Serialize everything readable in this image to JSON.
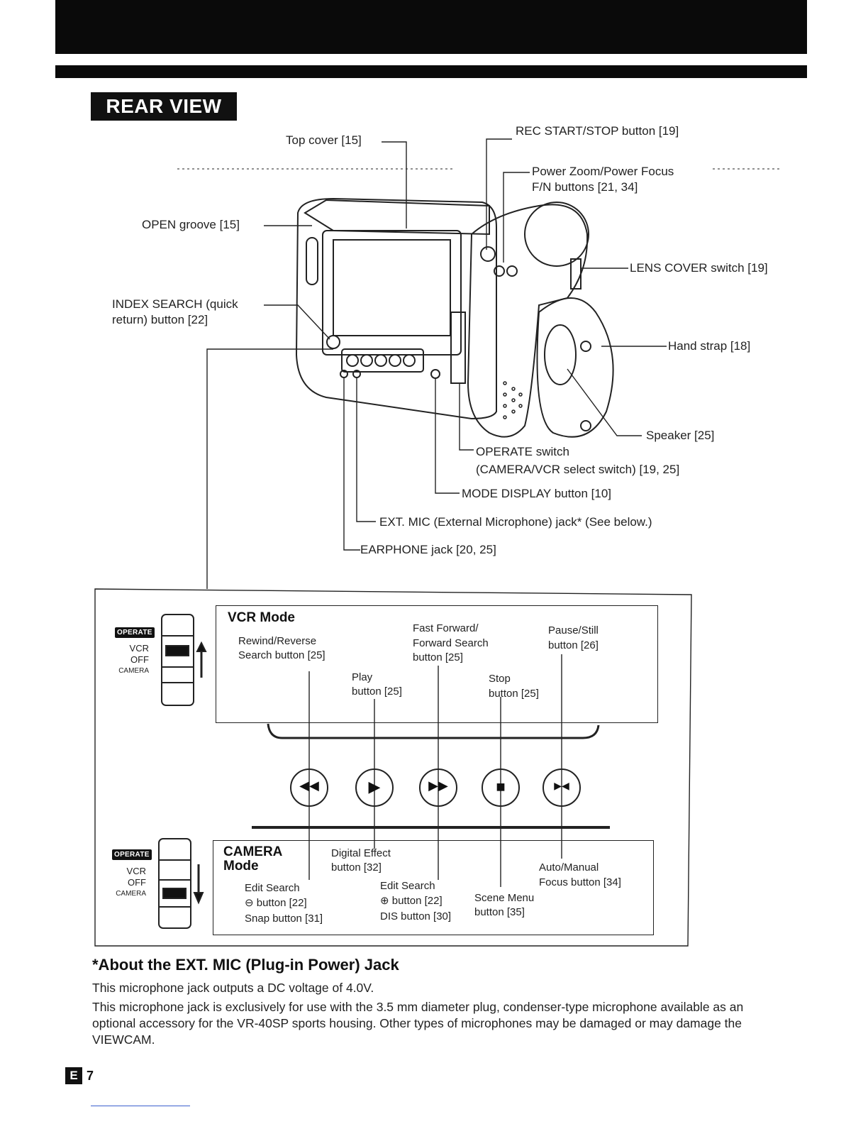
{
  "header": {
    "section_title": "REAR VIEW"
  },
  "callouts": {
    "top_cover": "Top cover [15]",
    "rec_start_stop": "REC START/STOP button [19]",
    "power_zoom_1": "Power Zoom/Power Focus",
    "power_zoom_2": "F/N buttons [21, 34]",
    "open_groove": "OPEN groove [15]",
    "lens_cover": "LENS COVER switch [19]",
    "index_search_1": "INDEX SEARCH (quick",
    "index_search_2": "return) button [22]",
    "hand_strap": "Hand strap [18]",
    "speaker": "Speaker [25]",
    "operate_1": "OPERATE switch",
    "operate_2": "(CAMERA/VCR select switch) [19, 25]",
    "mode_display": "MODE DISPLAY button [10]",
    "ext_mic": "EXT. MIC (External Microphone) jack* (See below.)",
    "earphone": "EARPHONE jack [20, 25]"
  },
  "switch": {
    "badge": "OPERATE",
    "vcr": "VCR",
    "off": "OFF",
    "camera": "CAMERA"
  },
  "vcr_mode": {
    "title": "VCR Mode",
    "rewind_1": "Rewind/Reverse",
    "rewind_2": "Search button [25]",
    "play_1": "Play",
    "play_2": "button [25]",
    "ff_1": "Fast Forward/",
    "ff_2": "Forward Search",
    "ff_3": "button [25]",
    "stop_1": "Stop",
    "stop_2": "button [25]",
    "pause_1": "Pause/Still",
    "pause_2": "button [26]"
  },
  "camera_mode": {
    "title_1": "CAMERA",
    "title_2": "Mode",
    "digital_1": "Digital Effect",
    "digital_2": "button [32]",
    "edit_minus_1": "Edit Search",
    "edit_minus_2": "⊖ button [22]",
    "snap": "Snap button [31]",
    "edit_plus_1": "Edit Search",
    "edit_plus_2": "⊕ button [22]",
    "dis": "DIS button [30]",
    "scene_1": "Scene Menu",
    "scene_2": "button [35]",
    "auto_1": "Auto/Manual",
    "auto_2": "Focus button [34]"
  },
  "button_icons": [
    "rewind-icon",
    "play-icon",
    "fast-forward-icon",
    "stop-icon",
    "pause-icon"
  ],
  "about": {
    "heading": "*About the EXT. MIC (Plug-in Power) Jack",
    "p1": "This microphone jack outputs a DC voltage of 4.0V.",
    "p2": "This microphone jack is exclusively for use with the 3.5 mm diameter plug, condenser-type microphone available as an optional accessory for the VR-40SP sports housing. Other types of microphones may be damaged or may damage the VIEWCAM."
  },
  "footer": {
    "badge": "E",
    "page": "7"
  }
}
